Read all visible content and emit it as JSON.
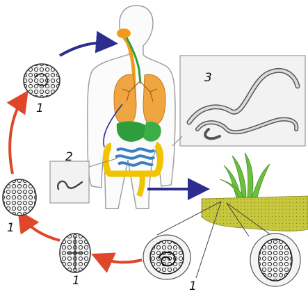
{
  "labels": {
    "egg_top": "1",
    "egg_left_upper": "1",
    "egg_left_lower": "1",
    "egg_bottom_left": "1",
    "egg_soil": "1",
    "larva": "2",
    "adult_worms": "3"
  },
  "colors": {
    "blue_arrow": "#2d2d8f",
    "red_arrow": "#e0472a",
    "esophagus_stomach": "#f39a1c",
    "lungs": "#f0a640",
    "liver_gall": "#2e9e3c",
    "intestine_yellow": "#f2c400",
    "intestine_blue": "#3a7fc4",
    "soil": "#c4c43a",
    "grass": "#6fbf3e"
  }
}
